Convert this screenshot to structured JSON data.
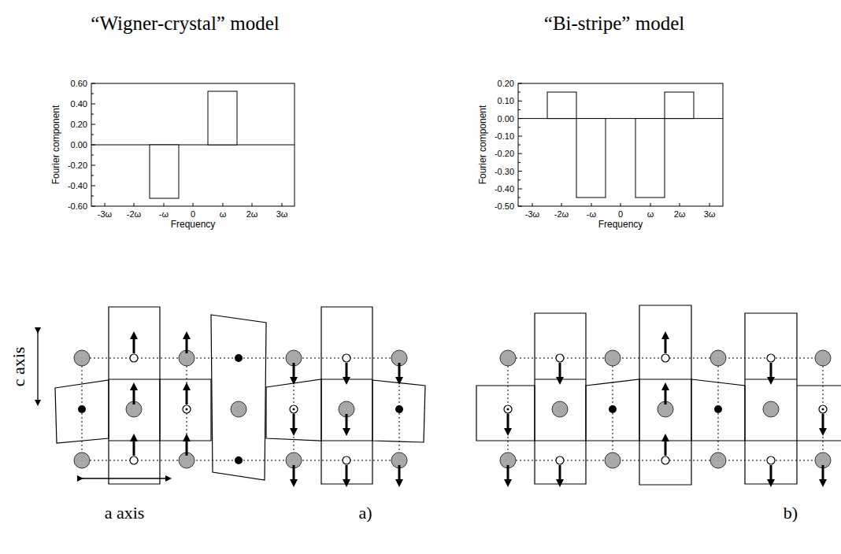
{
  "diagram": {
    "labels": [
      "“Wigner-crystal” model",
      "“Bi-stripe” model",
      "0.60",
      "0.40",
      "0.20",
      "0.00",
      "-0.20",
      "-0.40",
      "-0.60",
      "Fourier component",
      "-3ω",
      "-2ω",
      "-ω",
      "0",
      "ω",
      "2ω",
      "3ω",
      "Frequency",
      "0.20",
      "0.10",
      "0.00",
      "-0.10",
      "-0.20",
      "-0.30",
      "-0.40",
      "-0.50",
      "Fourier component",
      "-3ω",
      "-2ω",
      "-ω",
      "0",
      "ω",
      "2ω",
      "3ω",
      "Frequency",
      "c axis",
      "a axis",
      "a)",
      "b)"
    ]
  }
}
